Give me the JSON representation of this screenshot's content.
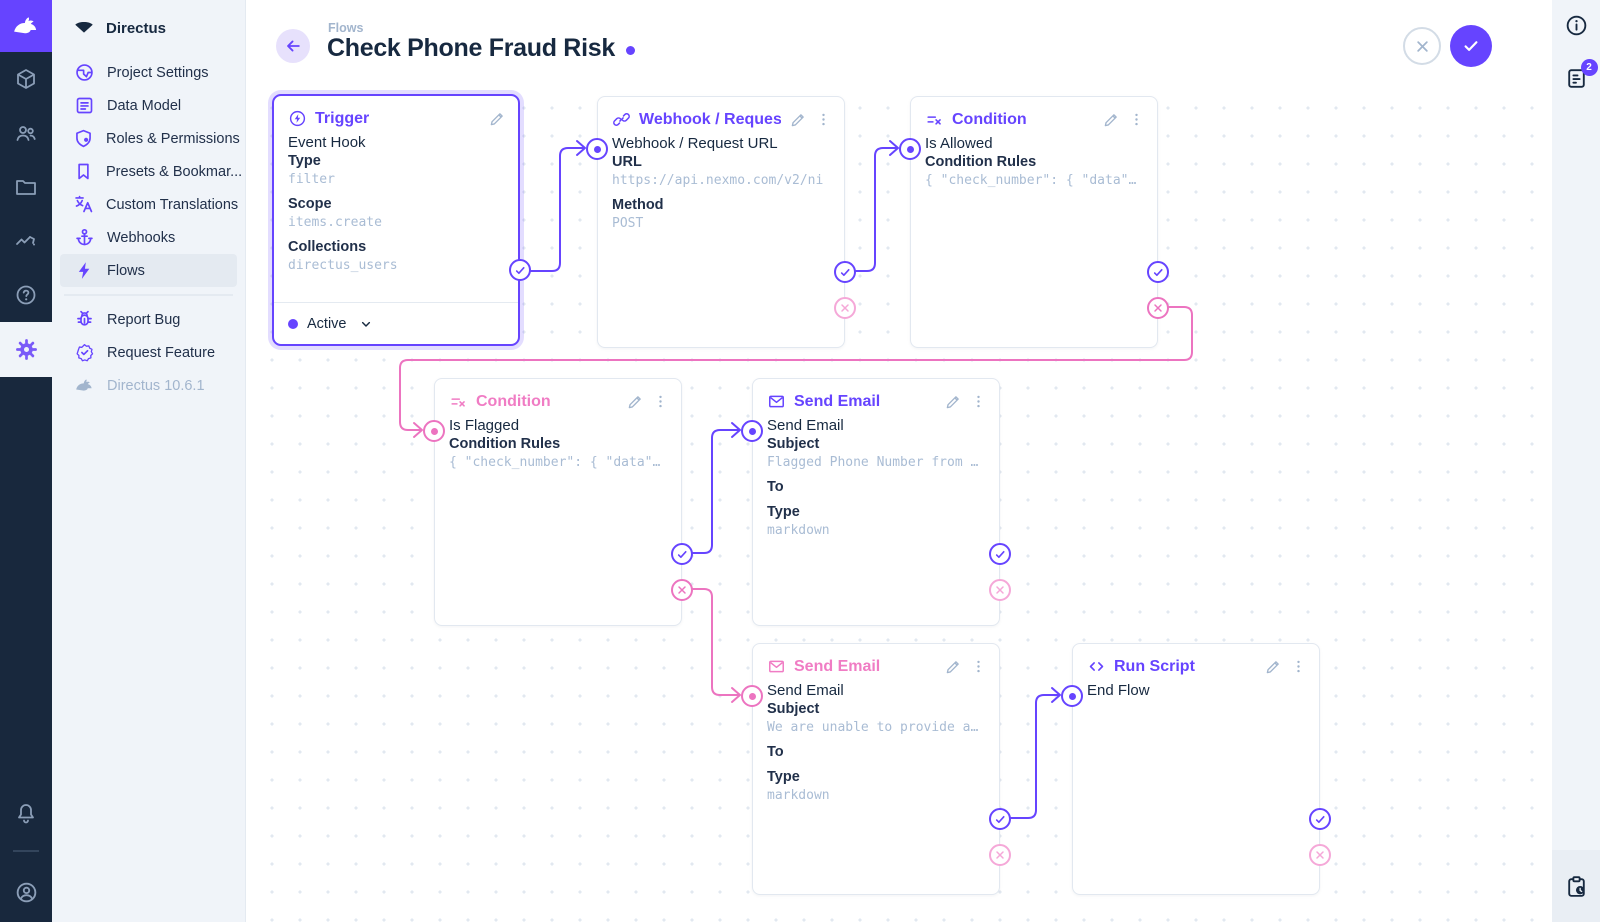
{
  "brand": {
    "name": "Directus",
    "logo_icon": "rabbit-icon"
  },
  "module_bar": {
    "icons": [
      "box-icon",
      "users-icon",
      "folder-icon",
      "insights-icon",
      "help-icon",
      "settings-gear-icon",
      "bell-icon",
      "account-circle-icon"
    ],
    "active_module": "settings"
  },
  "sidebar": {
    "title": "Directus",
    "items": [
      {
        "label": "Project Settings",
        "icon": "globe-icon"
      },
      {
        "label": "Data Model",
        "icon": "data-model-icon"
      },
      {
        "label": "Roles & Permissions",
        "icon": "shield-icon"
      },
      {
        "label": "Presets & Bookmar...",
        "icon": "bookmark-icon"
      },
      {
        "label": "Custom Translations",
        "icon": "translate-icon"
      },
      {
        "label": "Webhooks",
        "icon": "anchor-icon"
      },
      {
        "label": "Flows",
        "icon": "bolt-icon",
        "active": true
      }
    ],
    "footer_items": [
      {
        "label": "Report Bug",
        "icon": "bug-icon"
      },
      {
        "label": "Request Feature",
        "icon": "feature-badge-icon"
      }
    ],
    "version": "Directus 10.6.1"
  },
  "header": {
    "breadcrumb": "Flows",
    "title": "Check Phone Fraud Risk",
    "unsaved_indicator": true
  },
  "header_actions": {
    "cancel_icon": "x-icon",
    "save_icon": "check-icon"
  },
  "right_rail": {
    "info_icon": "info-icon",
    "notifications_icon": "notes-icon",
    "notifications_badge": "2",
    "activity_icon": "clipboard-clock-icon"
  },
  "flow": {
    "panels": [
      {
        "id": "trigger",
        "header": "Trigger",
        "icon": "trigger-bolt-circle-icon",
        "accent": "purple",
        "name": "Event Hook",
        "status": "Active",
        "fields": [
          {
            "label": "Type",
            "value": "filter"
          },
          {
            "label": "Scope",
            "value": "items.create"
          },
          {
            "label": "Collections",
            "value": "directus_users"
          }
        ]
      },
      {
        "id": "webhook",
        "header": "Webhook / Request URL",
        "icon": "link-icon",
        "accent": "purple",
        "name": "Webhook / Request URL",
        "fields": [
          {
            "label": "URL",
            "value": "https://api.nexmo.com/v2/ni"
          },
          {
            "label": "Method",
            "value": "POST"
          }
        ]
      },
      {
        "id": "condition_allowed",
        "header": "Condition",
        "icon": "condition-icon",
        "accent": "purple",
        "name": "Is Allowed",
        "fields": [
          {
            "label": "Condition Rules",
            "value": "{ \"check_number\": { \"data\"…"
          }
        ]
      },
      {
        "id": "condition_flagged",
        "header": "Condition",
        "icon": "condition-icon",
        "accent": "pink",
        "name": "Is Flagged",
        "fields": [
          {
            "label": "Condition Rules",
            "value": "{ \"check_number\": { \"data\"…"
          }
        ]
      },
      {
        "id": "send_email_flagged",
        "header": "Send Email",
        "icon": "envelope-icon",
        "accent": "purple",
        "name": "Send Email",
        "fields": [
          {
            "label": "Subject",
            "value": "Flagged Phone Number from …"
          },
          {
            "label": "To",
            "value": ""
          },
          {
            "label": "Type",
            "value": "markdown"
          }
        ]
      },
      {
        "id": "send_email_unable",
        "header": "Send Email",
        "icon": "envelope-icon",
        "accent": "pink",
        "name": "Send Email",
        "fields": [
          {
            "label": "Subject",
            "value": "We are unable to provide a…"
          },
          {
            "label": "To",
            "value": ""
          },
          {
            "label": "Type",
            "value": "markdown"
          }
        ]
      },
      {
        "id": "run_script",
        "header": "Run Script",
        "icon": "code-icon",
        "accent": "purple",
        "name": "End Flow",
        "fields": []
      }
    ],
    "connections": [
      {
        "from": "trigger",
        "port": "resolve",
        "to": "webhook",
        "color": "purple"
      },
      {
        "from": "webhook",
        "port": "resolve",
        "to": "condition_allowed",
        "color": "purple"
      },
      {
        "from": "condition_allowed",
        "port": "reject",
        "to": "condition_flagged",
        "color": "pink"
      },
      {
        "from": "condition_flagged",
        "port": "resolve",
        "to": "send_email_flagged",
        "color": "purple"
      },
      {
        "from": "condition_flagged",
        "port": "reject",
        "to": "send_email_unable",
        "color": "pink"
      },
      {
        "from": "send_email_unable",
        "port": "resolve",
        "to": "run_script",
        "color": "purple"
      }
    ],
    "colors": {
      "purple": "#6644FF",
      "pink": "#EC74C0",
      "pink_soft": "#F5A8D8"
    }
  }
}
